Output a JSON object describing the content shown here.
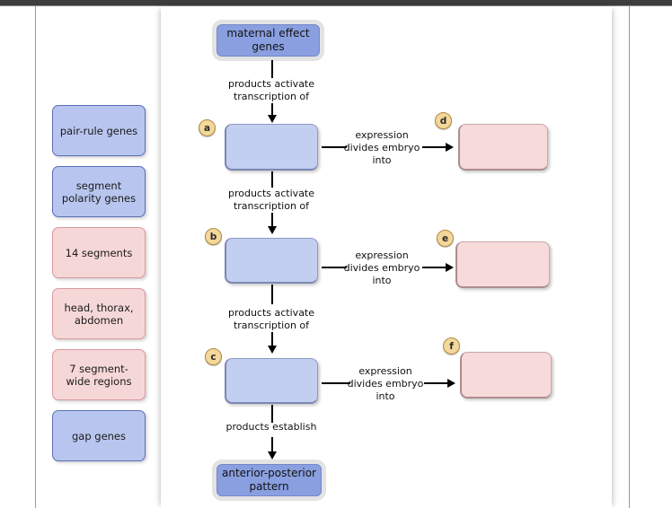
{
  "page": {
    "background_color": "#ffffff",
    "topbar_color": "#3d3d3d"
  },
  "palette": {
    "name": "draggable-answer-bank",
    "items": [
      {
        "label": "pair-rule genes",
        "color": "#b8c6ef",
        "kind": "blue"
      },
      {
        "label": "segment polarity genes",
        "color": "#b8c6ef",
        "kind": "blue"
      },
      {
        "label": "14 segments",
        "color": "#f6d7d7",
        "kind": "pink"
      },
      {
        "label": "head, thorax, abdomen",
        "color": "#f6d7d7",
        "kind": "pink"
      },
      {
        "label": "7 segment-wide regions",
        "color": "#f6d7d7",
        "kind": "pink"
      },
      {
        "label": "gap genes",
        "color": "#b8c6ef",
        "kind": "blue"
      }
    ]
  },
  "diagram": {
    "top_node": {
      "label": "maternal effect\ngenes",
      "color": "#8a9fe0"
    },
    "bottom_node": {
      "label": "anterior-posterior\npattern",
      "color": "#8a9fe0"
    },
    "drop_targets": [
      {
        "badge": "a",
        "kind": "blue",
        "value": ""
      },
      {
        "badge": "b",
        "kind": "blue",
        "value": ""
      },
      {
        "badge": "c",
        "kind": "blue",
        "value": ""
      },
      {
        "badge": "d",
        "kind": "pink",
        "value": ""
      },
      {
        "badge": "e",
        "kind": "pink",
        "value": ""
      },
      {
        "badge": "f",
        "kind": "pink",
        "value": ""
      }
    ],
    "connectors": {
      "v1": "products activate\ntranscription of",
      "v2": "products activate\ntranscription of",
      "v3": "products activate\ntranscription of",
      "v4": "products establish",
      "h1": "expression\ndivides embryo\ninto",
      "h2": "expression\ndivides embryo\ninto",
      "h3": "expression\ndivides embryo\ninto"
    }
  }
}
